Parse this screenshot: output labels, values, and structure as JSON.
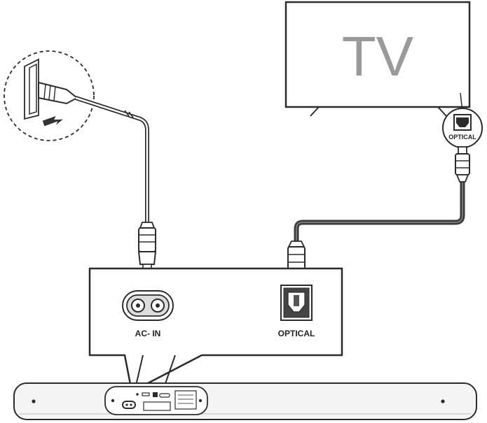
{
  "tv": {
    "label": "TV"
  },
  "tv_port": {
    "label": "OPTICAL"
  },
  "panel": {
    "ac_in_label": "AC- IN",
    "optical_label": "OPTICAL"
  },
  "colors": {
    "line": "#2b2b2b",
    "cable": "#3a3a3a",
    "tv_text": "#9a9a9a",
    "soundbar_fill": "#f4f4f4"
  }
}
